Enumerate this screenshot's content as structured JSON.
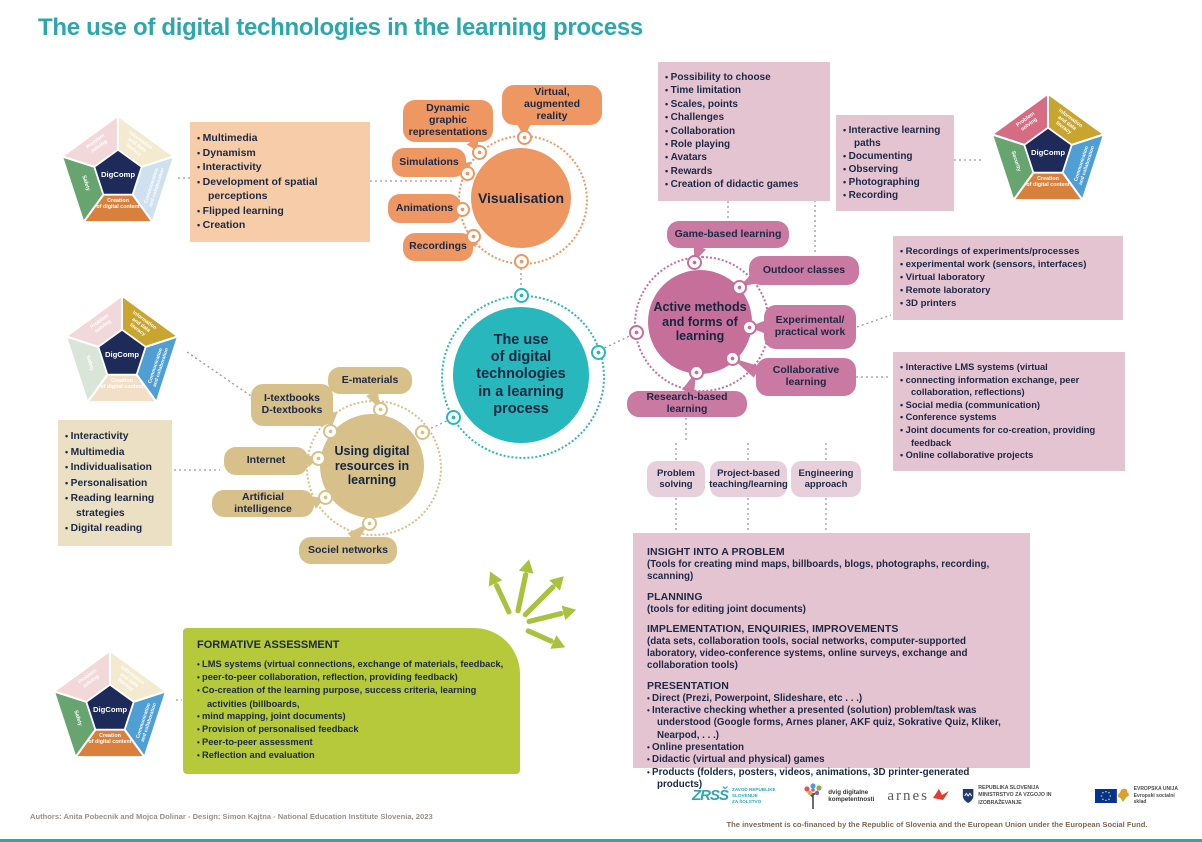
{
  "title": "The use of digital technologies in the learning process",
  "center_circle": {
    "text": "The use\nof digital\ntechnologies\nin a learning\nprocess"
  },
  "clusters": {
    "visualisation": {
      "label": "Visualisation",
      "bubbles": [
        "Dynamic graphic\nrepresentations",
        "Virtual, augmented\nreality",
        "Simulations",
        "Animations",
        "Recordings"
      ]
    },
    "active": {
      "label": "Active methods\nand forms of\nlearning",
      "bubbles": [
        "Game-based learning",
        "Outdoor classes",
        "Experimental/\npractical work",
        "Collaborative\nlearning",
        "Research-based learning"
      ]
    },
    "resources": {
      "label": "Using digital\nresources in\nlearning",
      "bubbles": [
        "E-materials",
        "I-textbooks\nD-textbooks",
        "Internet",
        "Artificial intelligence",
        "Sociel networks"
      ]
    }
  },
  "boxes": {
    "visual_features": [
      "Multimedia",
      "Dynamism",
      "Interactivity",
      "Development of spatial perceptions",
      "Flipped learning",
      "Creation"
    ],
    "game_features": [
      "Possibility to choose",
      "Time limitation",
      "Scales, points",
      "Challenges",
      "Collaboration",
      "Role playing",
      "Avatars",
      "Rewards",
      "Creation of didactic games"
    ],
    "observing": [
      "Interactive learning paths",
      "Documenting",
      "Observing",
      "Photographing",
      "Recording"
    ],
    "experiments": [
      "Recordings of experiments/processes",
      "experimental work (sensors, interfaces)",
      "Virtual laboratory",
      "Remote laboratory",
      "3D printers"
    ],
    "collaboration": [
      "Interactive LMS systems (virtual",
      "connecting information exchange, peer collaboration, reflections)",
      "Social media (communication)",
      "Conference systems",
      "Joint documents for co-creation, providing feedback",
      "Online collaborative projects"
    ],
    "reading": [
      "Interactivity",
      "Multimedia",
      "Individualisation",
      "Personalisation",
      "Reading learning strategies",
      "Digital reading"
    ]
  },
  "process_row": [
    "Problem\nsolving",
    "Project-based\nteaching/learning",
    "Engineering\napproach"
  ],
  "research_box": {
    "sections": [
      {
        "heading": "INSIGHT INTO A PROBLEM",
        "body": "(Tools for creating mind maps, billboards, blogs, photographs, recording, scanning)"
      },
      {
        "heading": "PLANNING",
        "body": "(tools for editing joint documents)"
      },
      {
        "heading": "IMPLEMENTATION, ENQUIRIES, IMPROVEMENTS",
        "body": "(data sets, collaboration tools, social networks, computer-supported laboratory, video-conference systems, online surveys, exchange and collaboration tools)"
      },
      {
        "heading": "PRESENTATION",
        "bullets": [
          "Direct (Prezi, Powerpoint, Slideshare, etc . . .)",
          "Interactive checking whether a presented (solution) problem/task was understood (Google forms, Arnes planer, AKF quiz, Sokrative Quiz, Kliker, Nearpod, . . .)",
          "Online presentation",
          "Didactic (virtual and physical) games",
          "Products (folders, posters, videos, animations, 3D printer-generated products)"
        ]
      }
    ]
  },
  "formative": {
    "title": "FORMATIVE ASSESSMENT",
    "items": [
      "LMS systems (virtual connections, exchange of materials, feedback,",
      "peer-to-peer collaboration, reflection, providing feedback)",
      "Co-creation of the learning purpose, success criteria, learning activities (billboards,",
      "mind mapping, joint documents)",
      "Provision of personalised feedback",
      "Peer-to-peer assessment",
      "Reflection and evaluation"
    ]
  },
  "pentagons": [
    {
      "name": "digcomp-top-left",
      "center": "DigComp",
      "segments": {
        "problem": {
          "label": "Problem\nsolving",
          "hi": false
        },
        "info": {
          "label": "Information\nand data\nliteracy",
          "hi": false
        },
        "comm": {
          "label": "Communication\nand collaboration",
          "hi": false
        },
        "creation": {
          "label": "Creation\nof digital content",
          "hi": true
        },
        "safety": {
          "label": "Safety",
          "hi": true
        }
      }
    },
    {
      "name": "digcomp-mid-left",
      "center": "DigComp",
      "segments": {
        "problem": {
          "label": "Problem\nsolving",
          "hi": false
        },
        "info": {
          "label": "Information\nand data\nliteracy",
          "hi": true
        },
        "comm": {
          "label": "Communication\nand collaboration",
          "hi": true
        },
        "creation": {
          "label": "Creation\nof digital content",
          "hi": false
        },
        "safety": {
          "label": "Safety",
          "hi": false
        }
      }
    },
    {
      "name": "digcomp-top-right",
      "center": "DigComp",
      "segments": {
        "problem": {
          "label": "Problem\nsolving",
          "hi": true
        },
        "info": {
          "label": "Information\nand data\nliteracy",
          "hi": true
        },
        "comm": {
          "label": "Communication\nand collaboration",
          "hi": true
        },
        "creation": {
          "label": "Creation\nof digital content",
          "hi": true
        },
        "safety": {
          "label": "Security",
          "hi": true
        }
      }
    },
    {
      "name": "digcomp-bottom-left",
      "center": "DigComp",
      "segments": {
        "problem": {
          "label": "Problem\nsolving",
          "hi": false
        },
        "info": {
          "label": "Information\nand data\nliteracy",
          "hi": false
        },
        "comm": {
          "label": "Communication\nand collaboration",
          "hi": true
        },
        "creation": {
          "label": "Creation\nof digital content",
          "hi": true
        },
        "safety": {
          "label": "Safety",
          "hi": true
        }
      }
    }
  ],
  "colors": {
    "teal": "#2ca8ad",
    "central": "#27b7bd",
    "orange": "#ef9763",
    "orange_light": "#f7cda9",
    "pink_circle": "#c76f9b",
    "pink_bubble": "#ca79a2",
    "pink_light": "#e5c4d2",
    "pink_row": "#e8cfdc",
    "tan": "#d7c08a",
    "tan_light": "#ece0c4",
    "green": "#b5c93a",
    "green_arrow": "#a8c23e",
    "text_navy": "#1c2844",
    "pentagon": {
      "problem": {
        "hi": "#d66b84",
        "lo": "#f3d8da"
      },
      "info": {
        "hi": "#c9a52f",
        "lo": "#f4ead0"
      },
      "comm": {
        "hi": "#4f9fd4",
        "lo": "#cfe1ef"
      },
      "creation": {
        "hi": "#d9803c",
        "lo": "#f3dfc8"
      },
      "safety": {
        "hi": "#67a46f",
        "lo": "#d9e5d6"
      },
      "center": "#1e2a5a"
    }
  },
  "footer": {
    "authors": "Authors: Anita Pobecnik and Mojca Dolinar - Design: Simon Kajtna - National Education Institute Slovenia, 2023",
    "cofinance": "The investment is co-financed by the Republic of Slovenia and the European Union under the European Social Fund.",
    "logos": {
      "zrss_mark": "ZRSŠ",
      "zrss_text": "ZAVOD REPUBLIKE SLOVENIJE\nZA ŠOLSTVO",
      "dvig_text": "dvig digitalne\nkompetentnosti",
      "arnes_text": "arnes",
      "ministry_text": "REPUBLIKA SLOVENIJA\nMINISTRSTVO ZA VZGOJO IN IZOBRAŽEVANJE",
      "eu_text": "EVROPSKA UNIJA\nEvropski socialni sklad"
    }
  }
}
